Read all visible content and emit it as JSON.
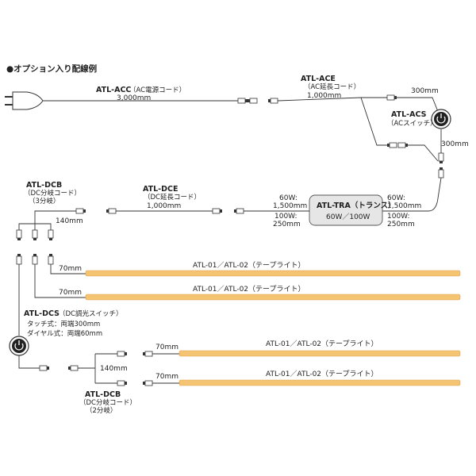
{
  "title": "●オプション入り配線例",
  "acc": {
    "code": "ATL-ACC",
    "desc": "（AC電源コード）",
    "len": "3,000mm"
  },
  "ace": {
    "code": "ATL-ACE",
    "desc": "（AC延長コード）",
    "len": "1,000mm"
  },
  "acs": {
    "code": "ATL-ACS",
    "desc": "（ACスイッチ）",
    "len_top": "300mm",
    "len_side": "300mm"
  },
  "tra": {
    "label": "ATL-TRA（トランス）",
    "watts": "60W／100W",
    "left_60_w": "60W:",
    "left_60_len": "1,500mm",
    "left_100_w": "100W:",
    "left_100_len": "250mm",
    "right_60_w": "60W:",
    "right_60_len": "1,500mm",
    "right_100_w": "100W:",
    "right_100_len": "250mm"
  },
  "dce": {
    "code": "ATL-DCE",
    "desc": "（DC延長コード）",
    "len": "1,000mm"
  },
  "dcb3": {
    "code": "ATL-DCB",
    "desc": "（DC分岐コード）",
    "sub": "（3分岐）",
    "len": "140mm"
  },
  "dcs": {
    "code": "ATL-DCS",
    "desc": "（DC調光スイッチ）",
    "line1": "タッチ式：両端300mm",
    "line2": "ダイヤル式：両端60mm"
  },
  "dcb2": {
    "code": "ATL-DCB",
    "desc": "（DC分岐コード）",
    "sub": "（2分岐）",
    "len": "140mm"
  },
  "strips": [
    {
      "lead": "70mm",
      "label": "ATL-01／ATL-02（テープライト）"
    },
    {
      "lead": "70mm",
      "label": "ATL-01／ATL-02（テープライト）"
    },
    {
      "lead": "70mm",
      "label": "ATL-01／ATL-02（テープライト）"
    },
    {
      "lead": "70mm",
      "label": "ATL-01／ATL-02（テープライト）"
    }
  ],
  "colors": {
    "strip": "#f5c472",
    "strip_edge": "#d9a24a",
    "wire": "#333333",
    "tra_fill": "#e6e6e6"
  }
}
